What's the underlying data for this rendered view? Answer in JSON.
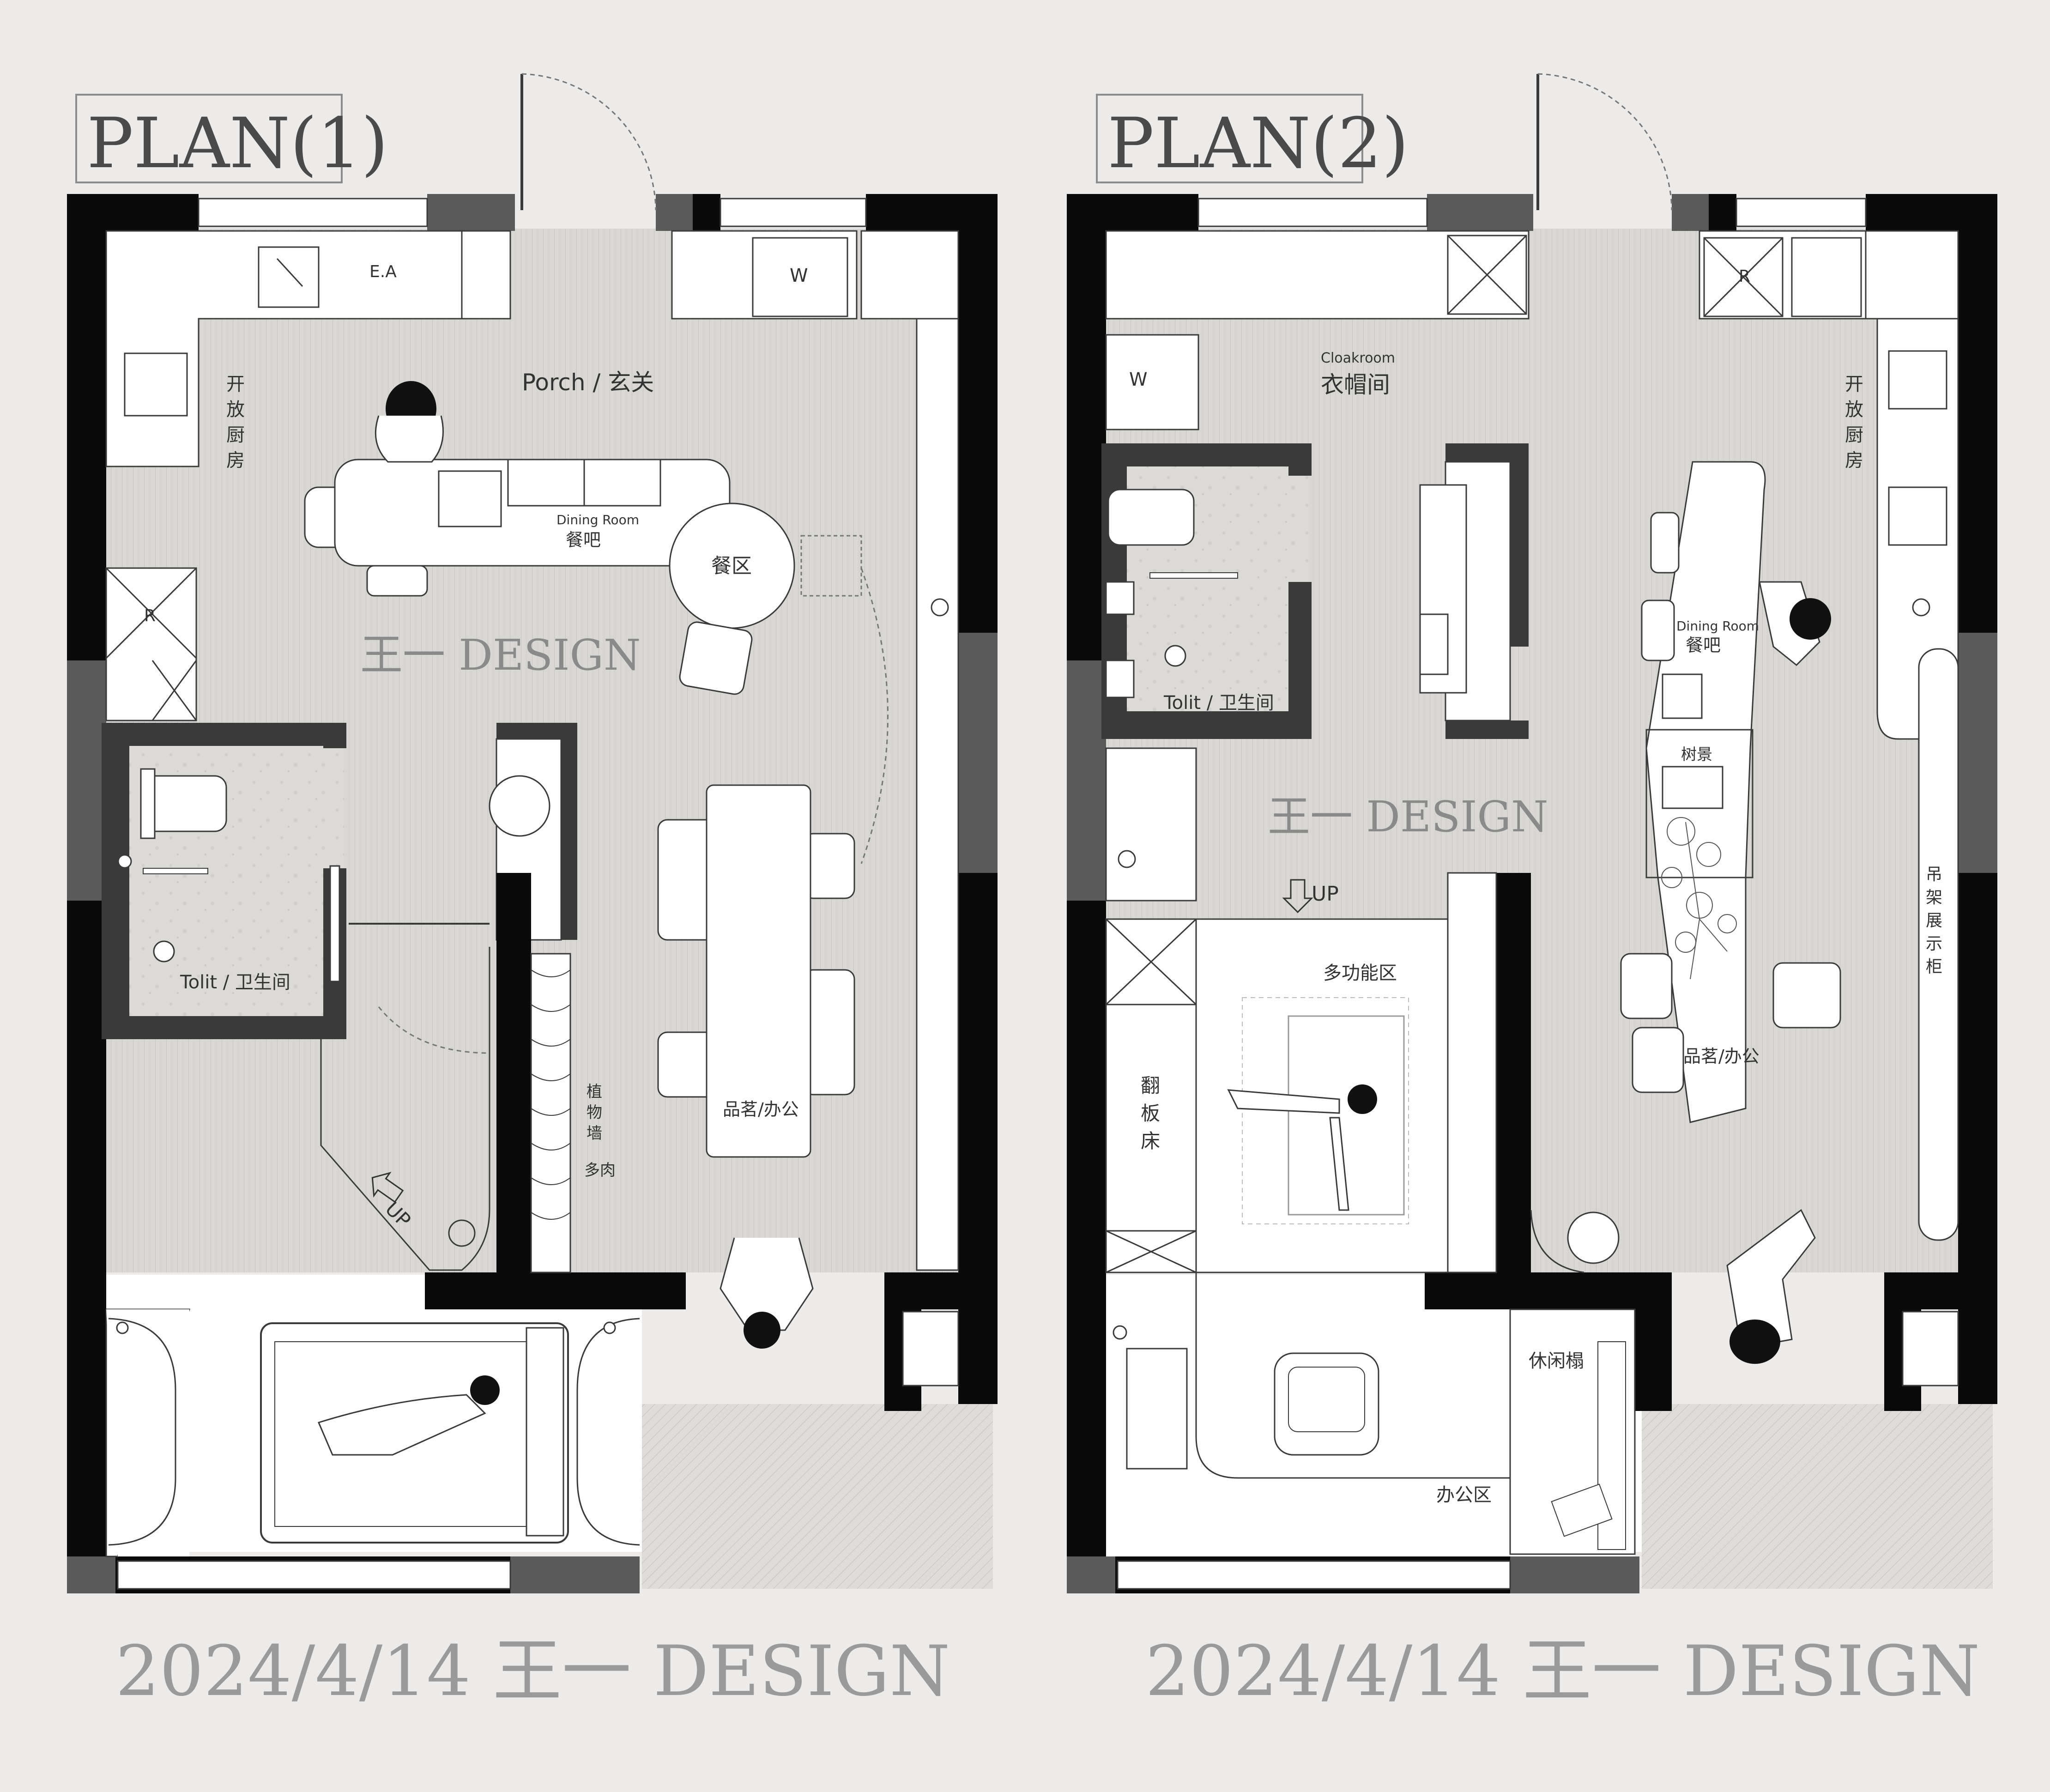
{
  "plan1": {
    "title": "PLAN(1)",
    "labels": {
      "ea": "E.A",
      "w": "W",
      "porch": "Porch / 玄关",
      "kitchen": [
        "开",
        "放",
        "厨",
        "房"
      ],
      "dining_room": "Dining Room",
      "canba": "餐吧",
      "canqu": "餐区",
      "r": "R",
      "watermark": "王一 DESIGN",
      "toilet": "Tolit / 卫生间",
      "plant_wall": [
        "植",
        "物",
        "墙"
      ],
      "succulent": "多肉",
      "tea_office": "品茗/办公",
      "up": "UP"
    },
    "footer": "2024/4/14  王一  DESIGN"
  },
  "plan2": {
    "title": "PLAN(2)",
    "labels": {
      "cloakroom_en": "Cloakroom",
      "cloakroom_zh": "衣帽间",
      "w": "W",
      "r": "R",
      "kitchen": [
        "开",
        "放",
        "厨",
        "房"
      ],
      "dining_room": "Dining Room",
      "canba": "餐吧",
      "toilet": "Tolit / 卫生间",
      "landscape": "树景",
      "watermark": "王一 DESIGN",
      "up": "UP",
      "multi": "多功能区",
      "foldbed": [
        "翻",
        "板",
        "床"
      ],
      "tea_office": "品茗/办公",
      "cabinet": [
        "吊",
        "架",
        "展",
        "示",
        "柜"
      ],
      "lounge": "休闲榻",
      "office": "办公区"
    },
    "footer": "2024/4/14  王一  DESIGN"
  },
  "colors": {
    "wall": "#0a0a0a",
    "wall_gray": "#5a5a5a",
    "floor": "#d6d4d0",
    "paper": "#ecebe9",
    "furniture": "#ffffff",
    "line": "#3a3a3a",
    "title_text": "#4a4a4a",
    "footer_text": "#9a9a9a"
  }
}
